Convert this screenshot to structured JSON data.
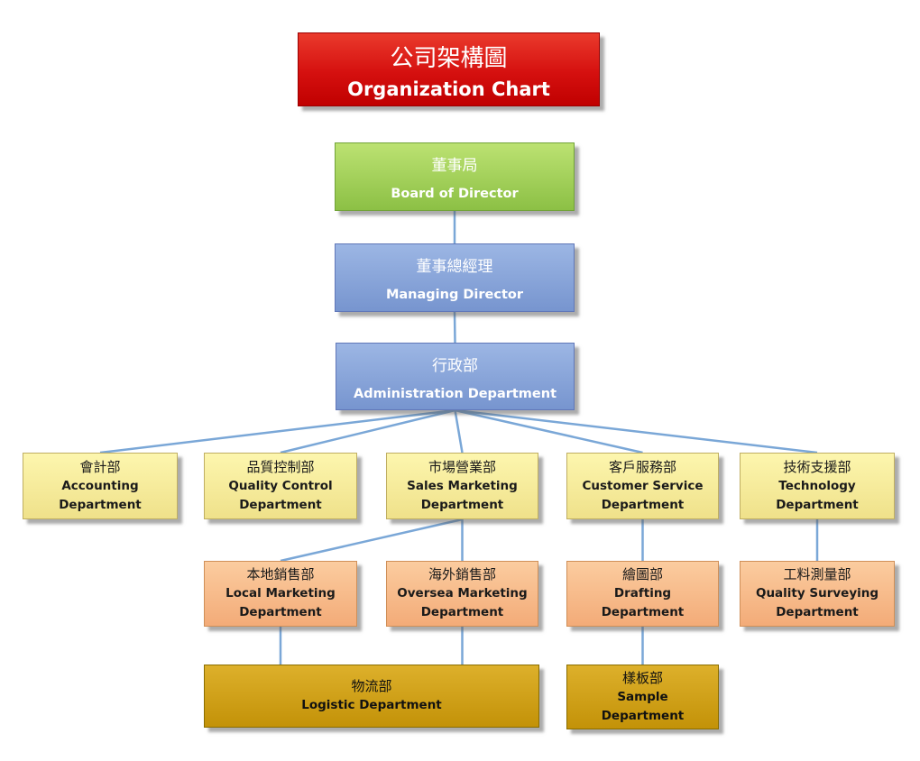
{
  "title": {
    "zh": "公司架構圖",
    "en": "Organization Chart"
  },
  "nodes": {
    "board": {
      "zh": "董事局",
      "en": "Board of Director"
    },
    "managing": {
      "zh": "董事總經理",
      "en": "Managing Director"
    },
    "admin": {
      "zh": "行政部",
      "en": "Administration Department"
    },
    "accounting": {
      "zh": "會計部",
      "en": "Accounting Department"
    },
    "quality_control": {
      "zh": "品質控制部",
      "en": "Quality Control Department"
    },
    "sales_marketing": {
      "zh": "市場營業部",
      "en": "Sales Marketing Department"
    },
    "customer_service": {
      "zh": "客戶服務部",
      "en": "Customer Service Department"
    },
    "technology": {
      "zh": "技術支援部",
      "en": "Technology Department"
    },
    "local_marketing": {
      "zh": "本地銷售部",
      "en": "Local Marketing Department"
    },
    "oversea_marketing": {
      "zh": "海外銷售部",
      "en": "Oversea Marketing Department"
    },
    "drafting": {
      "zh": "繪圖部",
      "en": "Drafting Department"
    },
    "quality_surveying": {
      "zh": "工料測量部",
      "en": "Quality Surveying Department"
    },
    "logistic": {
      "zh": "物流部",
      "en": "Logistic Department"
    },
    "sample": {
      "zh": "樣板部",
      "en": "Sample Department"
    }
  },
  "edges": [
    {
      "from": "board",
      "to": "managing"
    },
    {
      "from": "managing",
      "to": "admin"
    },
    {
      "from": "admin",
      "to": "accounting"
    },
    {
      "from": "admin",
      "to": "quality_control"
    },
    {
      "from": "admin",
      "to": "sales_marketing"
    },
    {
      "from": "admin",
      "to": "customer_service"
    },
    {
      "from": "admin",
      "to": "technology"
    },
    {
      "from": "sales_marketing",
      "to": "local_marketing"
    },
    {
      "from": "sales_marketing",
      "to": "oversea_marketing"
    },
    {
      "from": "customer_service",
      "to": "drafting"
    },
    {
      "from": "technology",
      "to": "quality_surveying"
    },
    {
      "from": "local_marketing",
      "to": "logistic",
      "drop": true
    },
    {
      "from": "oversea_marketing",
      "to": "logistic",
      "drop": true
    },
    {
      "from": "drafting",
      "to": "sample"
    }
  ],
  "colors": {
    "title_red": "#d5100f",
    "board_green": "#8cc045",
    "director_blue": "#7795cf",
    "department_yellow": "#f5eb9c",
    "sub_department_orange": "#f7b988",
    "bottom_gold": "#cf9e15",
    "connector": "#7aa7d7"
  }
}
